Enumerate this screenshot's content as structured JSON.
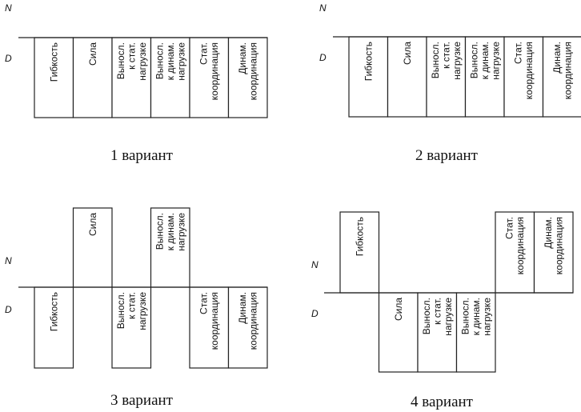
{
  "axes": {
    "top": "N",
    "bottom": "D"
  },
  "variants": [
    {
      "caption": "1 вариант",
      "columns": [
        {
          "lines": [
            "Гибкость"
          ],
          "side": "below"
        },
        {
          "lines": [
            "Сила"
          ],
          "side": "below"
        },
        {
          "lines": [
            "Выносл.",
            "к стат.",
            "нагрузке"
          ],
          "side": "below"
        },
        {
          "lines": [
            "Выносл.",
            "к динам.",
            "нагрузке"
          ],
          "side": "below"
        },
        {
          "lines": [
            "Стат.",
            "координация"
          ],
          "side": "below"
        },
        {
          "lines": [
            "Динам.",
            "координация"
          ],
          "side": "below"
        }
      ]
    },
    {
      "caption": "2 вариант",
      "columns": [
        {
          "lines": [
            "Гибкость"
          ],
          "side": "below"
        },
        {
          "lines": [
            "Сила"
          ],
          "side": "below"
        },
        {
          "lines": [
            "Выносл.",
            "к стат.",
            "нагрузке"
          ],
          "side": "below"
        },
        {
          "lines": [
            "Выносл.",
            "к динам.",
            "нагрузке"
          ],
          "side": "below"
        },
        {
          "lines": [
            "Стат.",
            "координация"
          ],
          "side": "below"
        },
        {
          "lines": [
            "Динам.",
            "координация"
          ],
          "side": "below"
        }
      ]
    },
    {
      "caption": "3 вариант",
      "columns": [
        {
          "lines": [
            "Гибкость"
          ],
          "side": "below"
        },
        {
          "lines": [
            "Сила"
          ],
          "side": "above"
        },
        {
          "lines": [
            "Выносл.",
            "к стат.",
            "нагрузке"
          ],
          "side": "below"
        },
        {
          "lines": [
            "Выносл.",
            "к динам.",
            "нагрузке"
          ],
          "side": "above"
        },
        {
          "lines": [
            "Стат.",
            "координация"
          ],
          "side": "below"
        },
        {
          "lines": [
            "Динам.",
            "координация"
          ],
          "side": "below"
        }
      ]
    },
    {
      "caption": "4 вариант",
      "columns": [
        {
          "lines": [
            "Гибкость"
          ],
          "side": "above"
        },
        {
          "lines": [
            "Сила"
          ],
          "side": "below"
        },
        {
          "lines": [
            "Выносл.",
            "к стат.",
            "нагрузке"
          ],
          "side": "below"
        },
        {
          "lines": [
            "Выносл.",
            "к динам.",
            "нагрузке"
          ],
          "side": "below"
        },
        {
          "lines": [
            "Стат.",
            "координация"
          ],
          "side": "above"
        },
        {
          "lines": [
            "Динам.",
            "координация"
          ],
          "side": "above"
        }
      ]
    }
  ]
}
